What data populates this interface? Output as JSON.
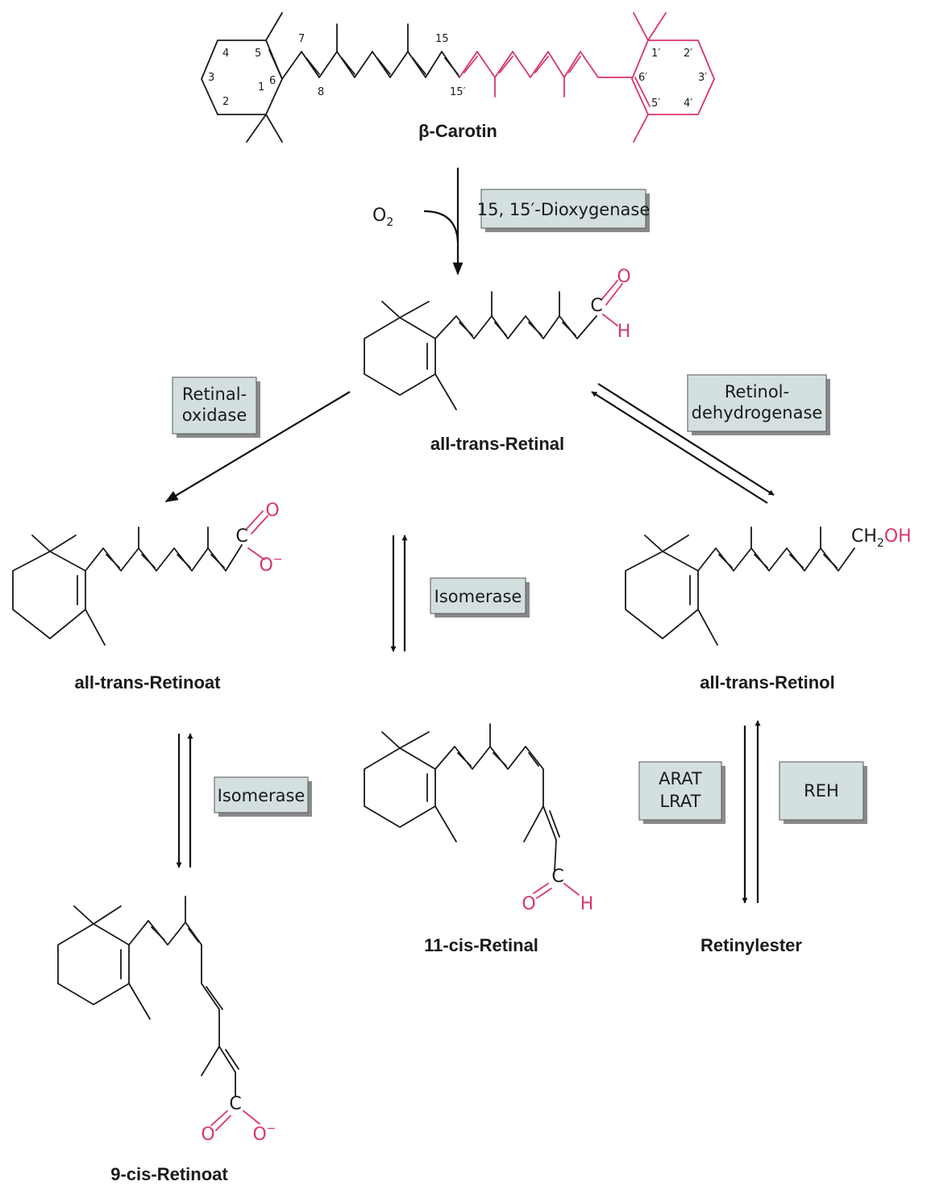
{
  "compounds": {
    "beta_carotin": "β-Carotin",
    "all_trans_retinal": "all-trans-Retinal",
    "all_trans_retinoat": "all-trans-Retinoat",
    "all_trans_retinol": "all-trans-Retinol",
    "cis11_retinal": "11-cis-Retinal",
    "retinylester": "Retinylester",
    "cis9_retinoat": "9-cis-Retinoat"
  },
  "enzymes": {
    "dioxygenase": "15, 15′-Dioxygenase",
    "retinal_oxidase": [
      "Retinal-",
      "oxidase"
    ],
    "retinol_dehydrogenase": [
      "Retinol-",
      "dehydrogenase"
    ],
    "isomerase_center": "Isomerase",
    "isomerase_left": "Isomerase",
    "arat_lrat": [
      "ARAT",
      "LRAT"
    ],
    "reh": "REH"
  },
  "cofactor": {
    "symbol": "O",
    "subscript": "2"
  },
  "atom_labels": {
    "carbon": "C",
    "oxygen": "O",
    "hydrogen": "H",
    "hydroxyl": "OH",
    "anion": "O",
    "charge": "−",
    "ch2": "CH",
    "ch2_sub": "2"
  },
  "carotin_numbers": {
    "left_ring": [
      "1",
      "2",
      "3",
      "4",
      "5",
      "6"
    ],
    "chain": [
      "7",
      "8",
      "15",
      "15′"
    ],
    "right_ring": [
      "1′",
      "2′",
      "3′",
      "4′",
      "5′",
      "6′"
    ]
  },
  "colors": {
    "ring_fill": "#d4dfe0",
    "ring_fill_pink": "#f4c6d3",
    "accent_pink": "#d9366a",
    "box_fill": "#d4dfe0",
    "box_shadow": "#8a8a8a",
    "ink": "#1a1a1a"
  }
}
